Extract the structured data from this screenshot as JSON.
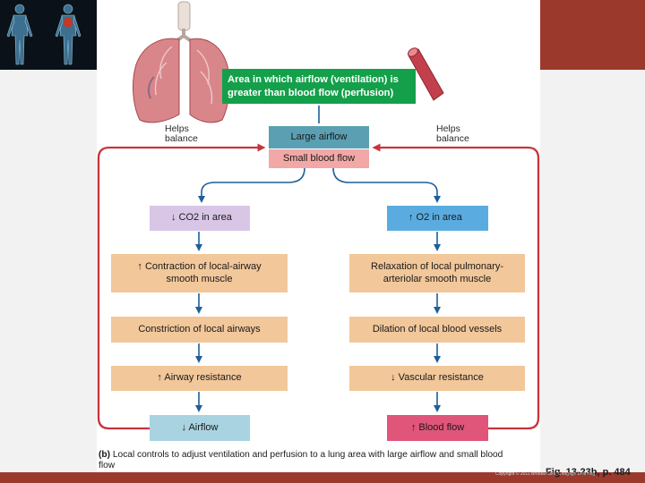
{
  "top_box": {
    "title": "Area in which airflow (ventilation) is greater than blood flow (perfusion)"
  },
  "side_labels": {
    "left": "Helps balance",
    "right": "Helps balance"
  },
  "center": {
    "large_airflow": "Large airflow",
    "small_blood_flow": "Small blood flow"
  },
  "left_column": [
    "↓ CO2 in area",
    "↑ Contraction of local-airway smooth muscle",
    "Constriction of local airways",
    "↑ Airway resistance",
    "↓ Airflow"
  ],
  "right_column": [
    "↑ O2 in area",
    "Relaxation of local pulmonary-arteriolar smooth muscle",
    "Dilation of local blood vessels",
    "↓ Vascular resistance",
    "↑ Blood flow"
  ],
  "caption": {
    "part": "(b)",
    "text": "Local controls to adjust ventilation and perfusion to a lung area with large airflow and small blood flow"
  },
  "figure_reference": "Fig. 13-23b, p. 484",
  "copyright": "Copyright © 2011 Brooks/Cole, Cengage Learning",
  "colors": {
    "header_bar": "#9b3a2c",
    "green_box": "#14a04a",
    "large_airflow_box": "#5b9fb2",
    "small_blood_flow_box": "#f1a8a6",
    "co2_box": "#d9c6e6",
    "o2_box": "#5aace0",
    "tan_box": "#f2c79a",
    "airflow_box": "#a9d3e0",
    "blood_flow_box": "#e0557a",
    "feedback_line": "#c8343c",
    "arrow": "#1d5f9a"
  }
}
